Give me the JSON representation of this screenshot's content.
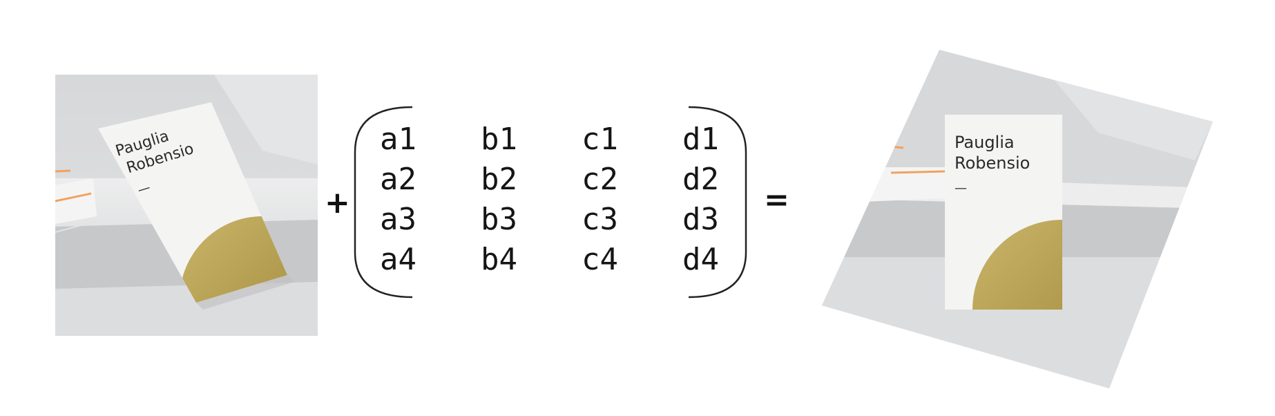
{
  "operators": {
    "plus": "+",
    "equals": "="
  },
  "matrix": {
    "rows": [
      [
        "a1",
        "b1",
        "c1",
        "d1"
      ],
      [
        "a2",
        "b2",
        "c2",
        "d2"
      ],
      [
        "a3",
        "b3",
        "c3",
        "d3"
      ],
      [
        "a4",
        "b4",
        "c4",
        "d4"
      ]
    ]
  },
  "card": {
    "name_line1": "Pauglia",
    "name_line2": "Robensio",
    "dash": "—",
    "accent_color": "#b3a04f",
    "stripe_color": "#f2a15e"
  }
}
